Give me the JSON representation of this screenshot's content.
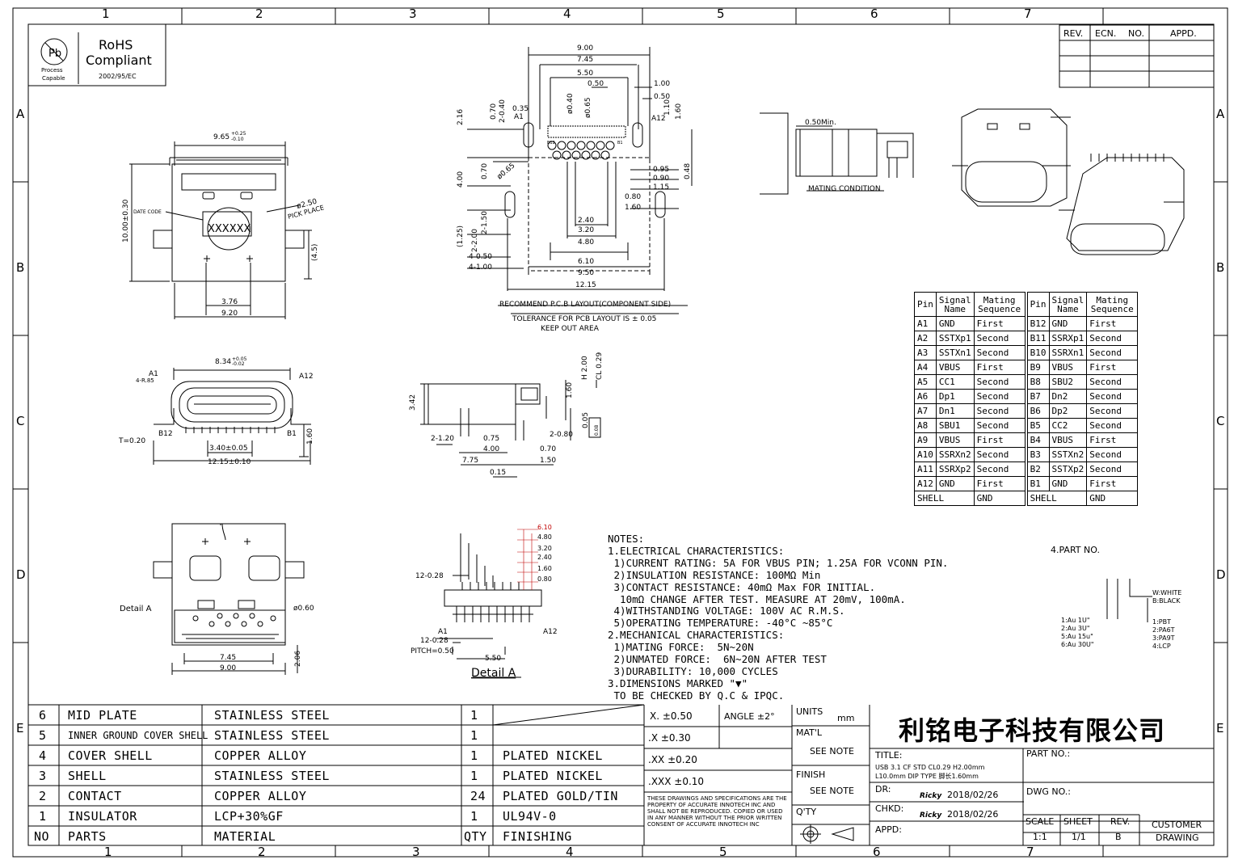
{
  "border": {
    "columns_top": [
      "1",
      "2",
      "3",
      "4",
      "5",
      "6",
      "7"
    ],
    "columns_bottom": [
      "1",
      "2",
      "3",
      "4",
      "5",
      "6",
      "7"
    ],
    "rows": [
      "A",
      "B",
      "C",
      "D",
      "E"
    ]
  },
  "rohs": {
    "process_capable": "Process Capable",
    "title1": "RoHS",
    "title2": "Compliant",
    "directive": "2002/95/EC",
    "symbol": "Pb"
  },
  "revision_table": {
    "headers": [
      "REV.",
      "ECN.",
      "NO.",
      "APPD."
    ]
  },
  "top_view": {
    "width_dim": "9.65",
    "width_tol_plus": "+0.25",
    "width_tol_minus": "-0.10",
    "height_dim": "10.00±0.30",
    "date_code": "DATE CODE",
    "pick_place": "PICK PLACE",
    "pick_dia": "ø2.50",
    "marking": "XXXXXX",
    "dim_45": "(4.5)",
    "dim_376": "3.76",
    "dim_920": "9.20"
  },
  "pcb_layout": {
    "dims_top": [
      "9.00",
      "7.45",
      "5.50",
      "0.50",
      "1.00",
      "0.50",
      "1.10",
      "1.60"
    ],
    "dims_left": [
      "2.16",
      "0.70",
      "2-0.40",
      "0.35",
      "4.00",
      "0.70",
      "ø0.65",
      "(1.25)",
      "2-2.00",
      "2-1.50",
      "4-0.50",
      "4-1.00"
    ],
    "dims_holes": [
      "ø0.40",
      "ø0.65"
    ],
    "dims_right": [
      "0.95",
      "0.90",
      "1.15",
      "0.48",
      "0.80",
      "1.60"
    ],
    "dims_bottom": [
      "2.40",
      "3.20",
      "4.80",
      "6.10",
      "9.50",
      "12.15"
    ],
    "a1": "A1",
    "a12": "A12",
    "b12": "B12",
    "b1": "B1",
    "title": "RECOMMEND P.C.B LAYOUT(COMPONENT SIDE)",
    "tolerance": "TOLERANCE FOR PCB LAYOUT IS ± 0.05",
    "keepout": "KEEP OUT AREA"
  },
  "mating": {
    "min": "0.50Min.",
    "label": "MATING CONDITION"
  },
  "front_view": {
    "width_dim": "8.34",
    "width_tol_plus": "+0.05",
    "width_tol_minus": "-0.02",
    "a1": "A1",
    "r85": "4-R.85",
    "a12": "A12",
    "b12": "B12",
    "b1": "B1",
    "t": "T=0.20",
    "dim_340": "3.40±0.05",
    "dim_1215": "12.15±0.10",
    "dim_160": "1.60"
  },
  "side_view": {
    "dims": [
      "3.42",
      "H 2.00",
      "CL 0.29",
      "1.60",
      "0.05",
      "2-1.20",
      "0.75",
      "2-0.80",
      "4.00",
      "0.70",
      "7.75",
      "1.50",
      "0.15"
    ],
    "flatness": "0.08"
  },
  "bottom_view": {
    "detail": "Detail A",
    "dia": "ø0.60",
    "dim_745": "7.45",
    "dim_900": "9.00",
    "dim_206": "2.06"
  },
  "detail_a": {
    "title": "Detail A",
    "dims_red": [
      "6.10",
      "4.80",
      "3.20",
      "2.40",
      "1.60",
      "0.80"
    ],
    "d1": "12-0.28",
    "d2": "12-0.28",
    "pitch": "PITCH=0.50",
    "d550": "5.50",
    "a1": "A1",
    "a12": "A12"
  },
  "pin_table": {
    "headers_left": [
      "Pin",
      "Signal Name",
      "Mating Sequence"
    ],
    "headers_right": [
      "Pin",
      "Signal Name",
      "Mating Sequence"
    ],
    "rows": [
      [
        "A1",
        "GND",
        "First",
        "B12",
        "GND",
        "First"
      ],
      [
        "A2",
        "SSTXp1",
        "Second",
        "B11",
        "SSRXp1",
        "Second"
      ],
      [
        "A3",
        "SSTXn1",
        "Second",
        "B10",
        "SSRXn1",
        "Second"
      ],
      [
        "A4",
        "VBUS",
        "First",
        "B9",
        "VBUS",
        "First"
      ],
      [
        "A5",
        "CC1",
        "Second",
        "B8",
        "SBU2",
        "Second"
      ],
      [
        "A6",
        "Dp1",
        "Second",
        "B7",
        "Dn2",
        "Second"
      ],
      [
        "A7",
        "Dn1",
        "Second",
        "B6",
        "Dp2",
        "Second"
      ],
      [
        "A8",
        "SBU1",
        "Second",
        "B5",
        "CC2",
        "Second"
      ],
      [
        "A9",
        "VBUS",
        "First",
        "B4",
        "VBUS",
        "First"
      ],
      [
        "A10",
        "SSRXn2",
        "Second",
        "B3",
        "SSTXn2",
        "Second"
      ],
      [
        "A11",
        "SSRXp2",
        "Second",
        "B2",
        "SSTXp2",
        "Second"
      ],
      [
        "A12",
        "GND",
        "First",
        "B1",
        "GND",
        "First"
      ]
    ],
    "shell": [
      "SHELL",
      "GND",
      "SHELL",
      "GND"
    ]
  },
  "notes": {
    "lines": [
      "NOTES:",
      "1.ELECTRICAL CHARACTERISTICS:",
      " 1)CURRENT RATING: 5A FOR VBUS PIN; 1.25A FOR VCONN PIN.",
      " 2)INSULATION RESISTANCE: 100MΩ Min",
      " 3)CONTACT RESISTANCE: 40mΩ Max FOR INITIAL.",
      "  10mΩ CHANGE AFTER TEST. MEASURE AT 20mV, 100mA.",
      " 4)WITHSTANDING VOLTAGE: 100V AC R.M.S.",
      " 5)OPERATING TEMPERATURE: -40°C ~85°C",
      "2.MECHANICAL CHARACTERISTICS:",
      " 1)MATING FORCE:  5N~20N",
      " 2)UNMATED FORCE:  6N~20N AFTER TEST",
      " 3)DURABILITY: 10,000 CYCLES",
      "3.DIMENSIONS MARKED \"▼\"",
      " TO BE CHECKED BY Q.C & IPQC."
    ]
  },
  "part_no": {
    "title": "4.PART NO.",
    "colors": [
      "W:WHITE",
      "B:BLACK"
    ],
    "plating": [
      "1:Au 1U\"",
      "2:Au 3U\"",
      "5:Au 15u\"",
      "6:Au 30U\""
    ],
    "materials": [
      "1:PBT",
      "2:PA6T",
      "3:PA9T",
      "4:LCP"
    ]
  },
  "bom": {
    "rows": [
      {
        "no": "6",
        "part": "MID PLATE",
        "material": "STAINLESS STEEL",
        "qty": "1",
        "finish": ""
      },
      {
        "no": "5",
        "part": "INNER GROUND COVER SHELL",
        "material": "STAINLESS STEEL",
        "qty": "1",
        "finish": ""
      },
      {
        "no": "4",
        "part": "COVER SHELL",
        "material": "COPPER ALLOY",
        "qty": "1",
        "finish": "PLATED NICKEL"
      },
      {
        "no": "3",
        "part": "SHELL",
        "material": "STAINLESS STEEL",
        "qty": "1",
        "finish": "PLATED NICKEL"
      },
      {
        "no": "2",
        "part": "CONTACT",
        "material": "COPPER ALLOY",
        "qty": "24",
        "finish": "PLATED GOLD/TIN"
      },
      {
        "no": "1",
        "part": "INSULATOR",
        "material": "LCP+30%GF",
        "qty": "1",
        "finish": "UL94V-0"
      }
    ],
    "header": {
      "no": "NO",
      "part": "PARTS",
      "material": "MATERIAL",
      "qty": "QTY",
      "finish": "FINISHING"
    }
  },
  "tolerance": {
    "x": "X. ±0.50",
    "angle": "ANGLE ±2°",
    "x1": ".X ±0.30",
    "x2": ".XX ±0.20",
    "x3": ".XXX ±0.10",
    "disclaimer": "THESE DRAWINGS AND SPECIFICATIONS ARE THE PROPERTY OF ACCURATE INNOTECH INC AND SHALL NOT BE REPRODUCED. COPIED OR USED IN ANY MANNER WITHOUT THE PRIOR WRITTEN CONSENT OF ACCURATE INNOTECH INC"
  },
  "title_block": {
    "units_label": "UNITS",
    "units": "mm",
    "material_label": "MAT'L",
    "material": "SEE NOTE",
    "finish_label": "FINISH",
    "finish": "SEE NOTE",
    "qty_label": "Q'TY",
    "company": "利铭电子科技有限公司",
    "title_label": "TITLE:",
    "title_line1": "USB 3.1 CF STD CL0.29 H2.00mm",
    "title_line2": "L10.0mm DIP TYPE 脚长1.60mm",
    "part_no_label": "PART NO.:",
    "dr_label": "DR:",
    "dr_name": "Ricky",
    "dr_date": "2018/02/26",
    "dwg_no_label": "DWG NO.:",
    "chkd_label": "CHKD:",
    "chkd_name": "Ricky",
    "chkd_date": "2018/02/26",
    "appd_label": "APPD:",
    "scale_label": "SCALE",
    "scale": "1:1",
    "sheet_label": "SHEET",
    "sheet": "1/1",
    "rev_label": "REV.",
    "rev": "B",
    "customer1": "CUSTOMER",
    "customer2": "DRAWING"
  }
}
